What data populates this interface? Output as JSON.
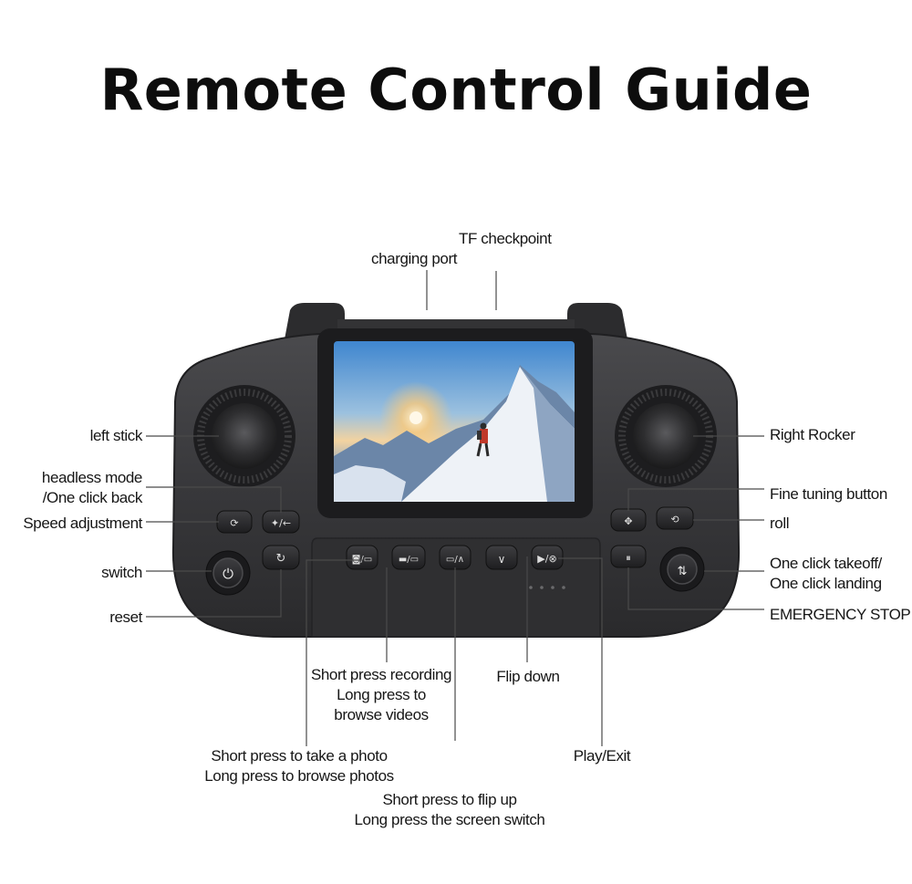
{
  "title": "Remote Control Guide",
  "labels": {
    "tf_checkpoint": "TF checkpoint",
    "charging_port": "charging port",
    "left_stick": "left stick",
    "headless_mode": [
      "headless mode",
      "/One click back"
    ],
    "speed_adjustment": "Speed adjustment",
    "switch": "switch",
    "reset": "reset",
    "right_rocker": "Right Rocker",
    "fine_tuning": "Fine tuning button",
    "roll": "roll",
    "takeoff_landing": [
      "One click takeoff/",
      "One click landing"
    ],
    "emergency_stop": "EMERGENCY STOP",
    "recording": [
      "Short press recording",
      "Long press to",
      "browse videos"
    ],
    "flip_down": "Flip down",
    "photo": [
      "Short press to take a photo",
      "Long press to browse photos"
    ],
    "play_exit": "Play/Exit",
    "flip_up": [
      "Short press to flip up",
      "Long press the screen switch"
    ]
  },
  "colors": {
    "body": "#3a3a3c",
    "body_dark": "#262628",
    "line": "#4a4a4a",
    "screen_sky_top": "#4a8fd0",
    "sun": "#f6c070"
  }
}
